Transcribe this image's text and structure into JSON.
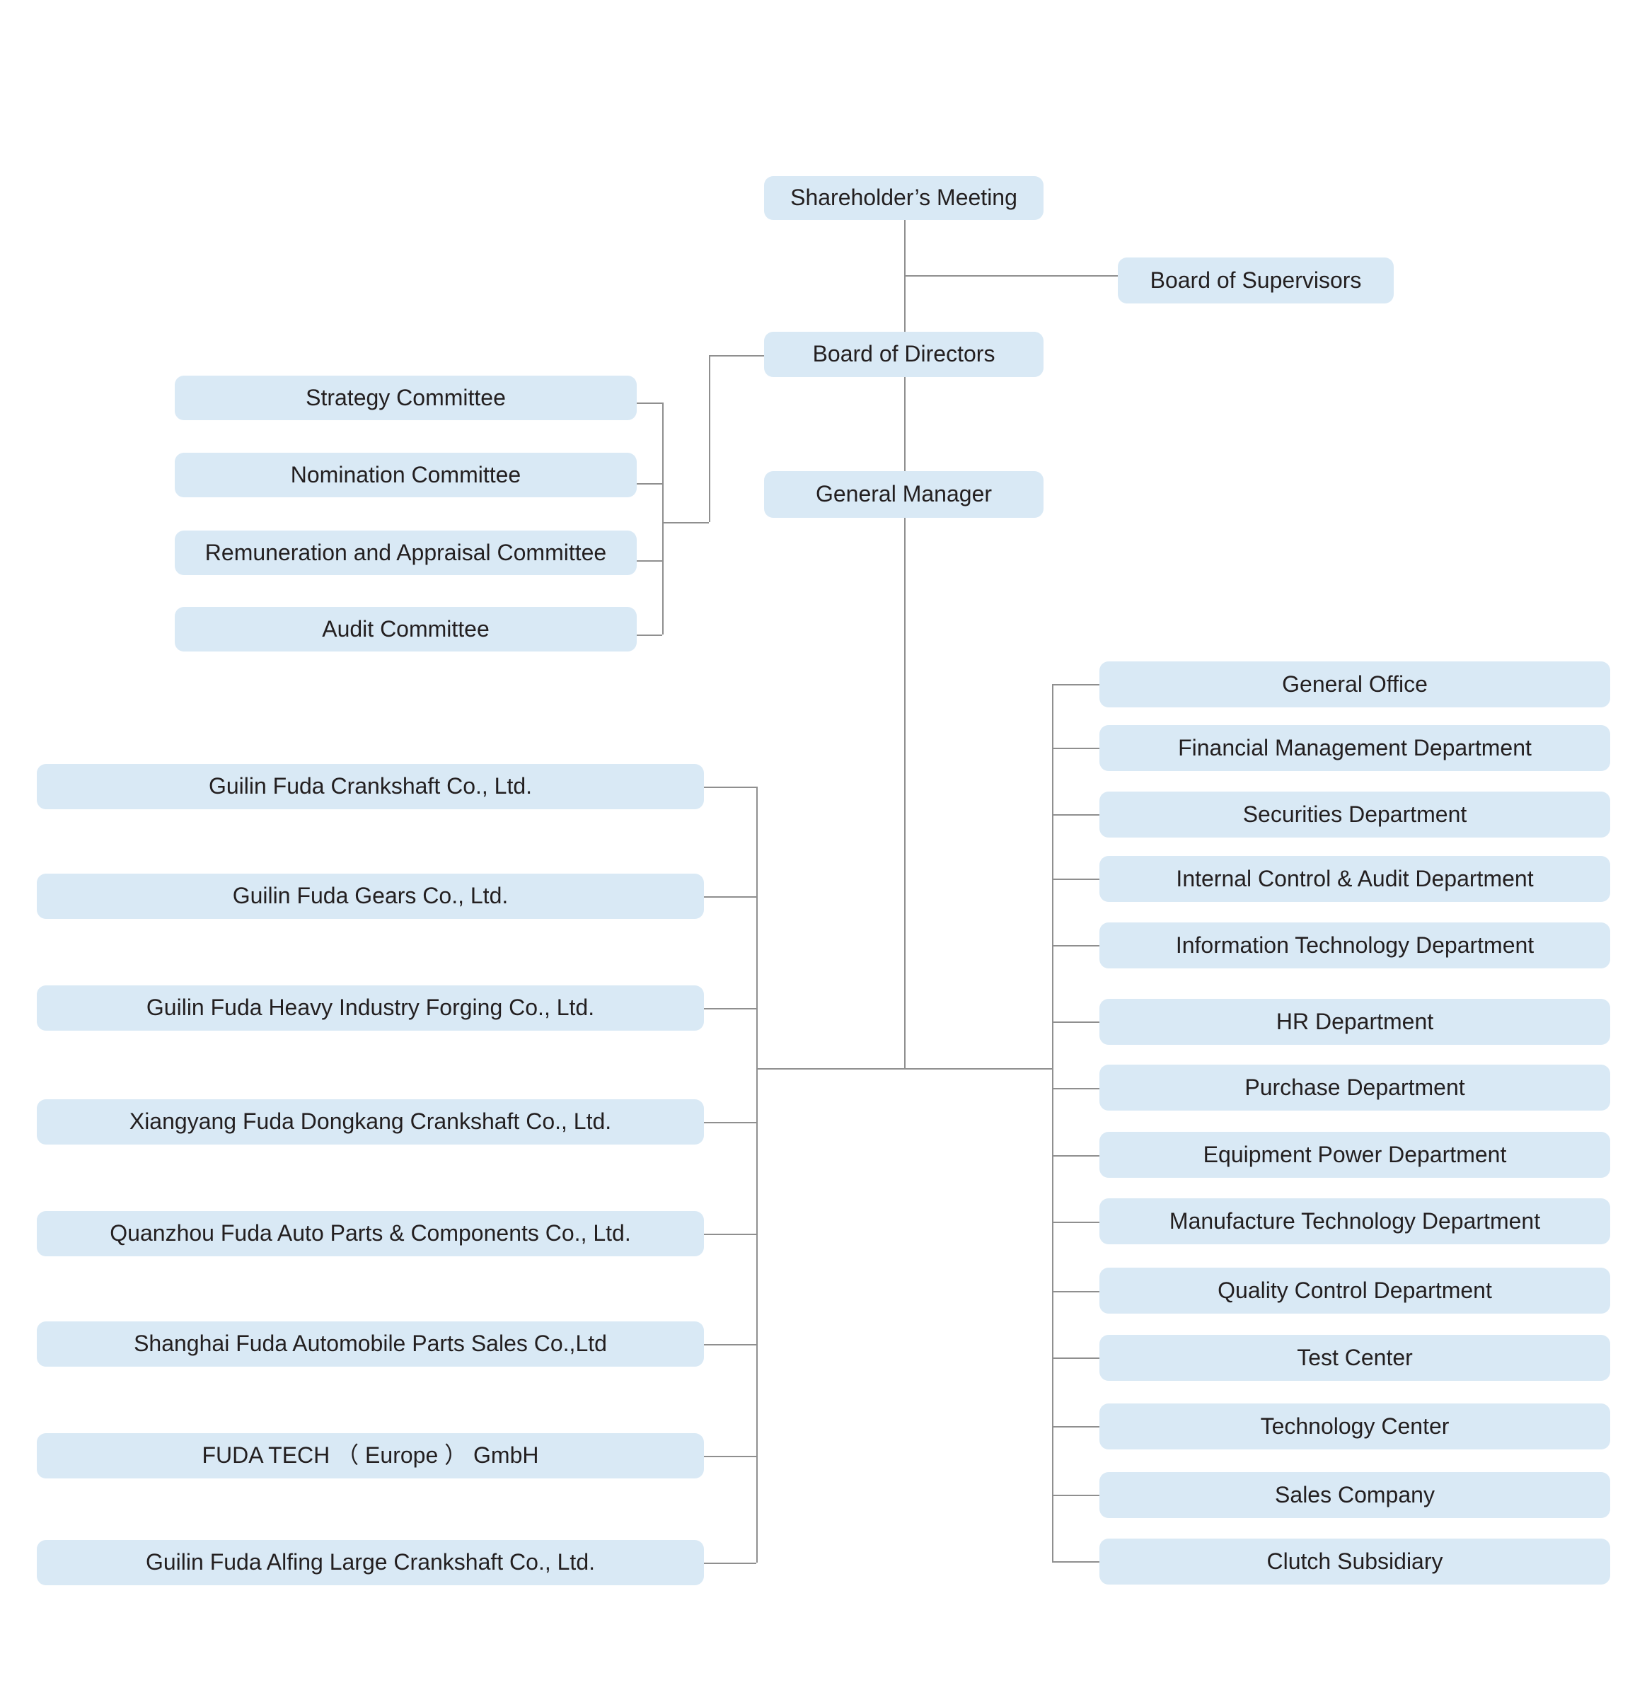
{
  "org_chart": {
    "colors": {
      "background": "#ffffff",
      "box_fill": "#d9e9f5",
      "line": "#8f8f8f",
      "text": "#231f20"
    },
    "top": {
      "shareholders_meeting": "Shareholder’s Meeting",
      "board_of_supervisors": "Board of Supervisors",
      "board_of_directors": "Board of Directors",
      "general_manager": "General Manager"
    },
    "committees": [
      "Strategy Committee",
      "Nomination Committee",
      "Remuneration and Appraisal Committee",
      "Audit Committee"
    ],
    "subsidiaries": [
      "Guilin Fuda Crankshaft Co., Ltd.",
      "Guilin Fuda Gears Co., Ltd.",
      "Guilin Fuda Heavy Industry Forging Co., Ltd.",
      "Xiangyang Fuda Dongkang Crankshaft Co., Ltd.",
      "Quanzhou Fuda Auto Parts & Components Co., Ltd.",
      "Shanghai Fuda Automobile Parts Sales Co.,Ltd",
      "FUDA TECH （ Europe ） GmbH",
      "Guilin Fuda Alfing Large Crankshaft Co., Ltd."
    ],
    "departments": [
      "General Office",
      "Financial Management Department",
      "Securities Department",
      "Internal Control & Audit Department",
      "Information Technology Department",
      "HR Department",
      "Purchase Department",
      "Equipment Power Department",
      "Manufacture Technology Department",
      "Quality Control Department",
      "Test Center",
      "Technology Center",
      "Sales Company",
      "Clutch Subsidiary"
    ]
  }
}
